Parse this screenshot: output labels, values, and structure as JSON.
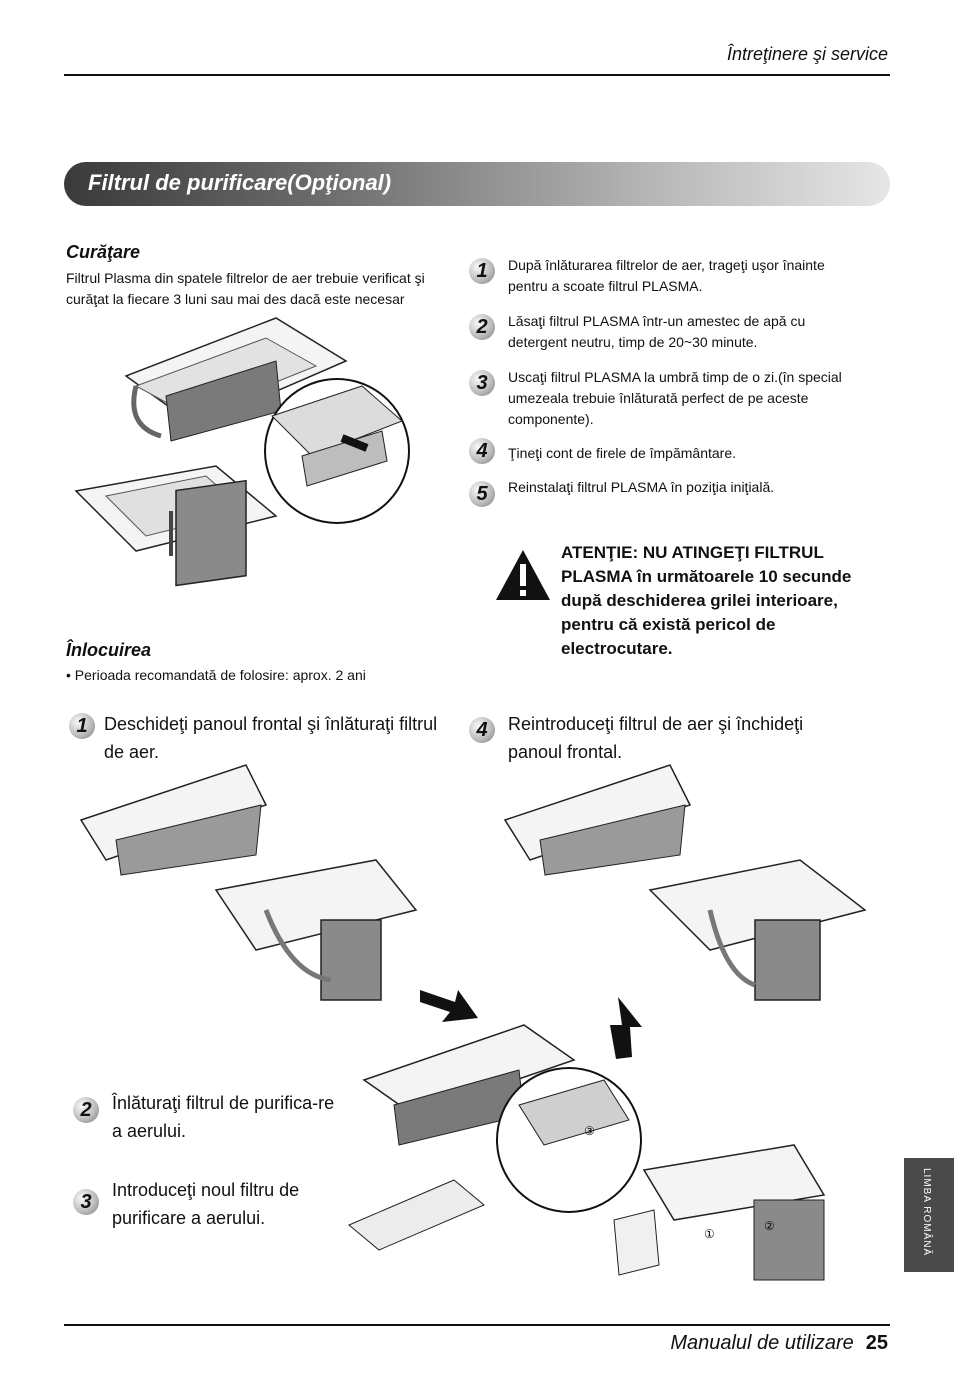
{
  "header": {
    "section": "Întreţinere şi service"
  },
  "banner": {
    "title": "Filtrul de purificare(Opţional)"
  },
  "cleaning": {
    "title": "Curăţare",
    "description": "Filtrul Plasma din spatele filtrelor de aer trebuie verificat şi curăţat la fiecare 3 luni sau mai des dacă este necesar",
    "steps": [
      {
        "num": "1",
        "text": "După înlăturarea filtrelor de aer, trageţi uşor înainte pentru a scoate filtrul PLASMA."
      },
      {
        "num": "2",
        "text": "Lăsaţi filtrul PLASMA într-un amestec de apă cu detergent neutru, timp de 20~30 minute."
      },
      {
        "num": "3",
        "text": "Uscaţi filtrul PLASMA la umbră timp de o zi.(în special umezeala trebuie înlăturată perfect de pe aceste componente)."
      },
      {
        "num": "4",
        "text": "Ţineţi cont de firele de împământare."
      },
      {
        "num": "5",
        "text": "Reinstalaţi filtrul PLASMA în poziţia iniţială."
      }
    ]
  },
  "warning": {
    "text": "ATENŢIE: NU ATINGEŢI FILTRUL PLASMA în următoarele 10 secunde după deschiderea grilei interioare, pentru că există pericol de electrocutare.",
    "icon": "warning-triangle-icon"
  },
  "replacement": {
    "title": "Înlocuirea",
    "note": "• Perioada recomandată de folosire: aprox. 2 ani",
    "steps": [
      {
        "num": "1",
        "text": "Deschideţi panoul frontal şi înlăturaţi filtrul de aer."
      },
      {
        "num": "2",
        "text": "Înlăturaţi filtrul de purifica-re a aerului."
      },
      {
        "num": "3",
        "text": "Introduceţi noul filtru de purificare a aerului."
      },
      {
        "num": "4",
        "text": "Reintroduceţi filtrul de aer şi închideţi panoul frontal."
      }
    ]
  },
  "callouts": {
    "c1": "①",
    "c2": "②",
    "c3": "③"
  },
  "side_tab": {
    "label": "LIMBA ROMÂNĂ"
  },
  "footer": {
    "manual": "Manualul de utilizare",
    "page": "25"
  }
}
